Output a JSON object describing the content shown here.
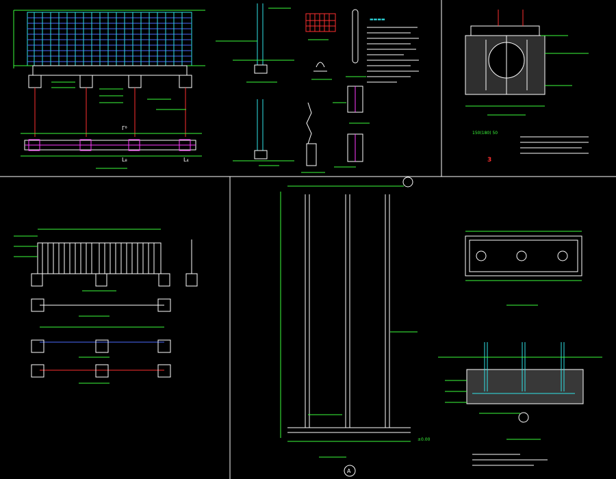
{
  "colors": {
    "background": "#000000",
    "frame": "#ffffff",
    "line_cyan": "#2fe3e8",
    "line_green": "#3cff3c",
    "line_red": "#ff3030",
    "line_blue": "#4b6bff",
    "line_magenta": "#ff3cff",
    "line_yellow": "#ffff3c"
  },
  "labels": {
    "sec_top_left_marks": [
      "Γ⁸",
      "L₈",
      "L₄"
    ],
    "sec_detail_num": "3",
    "sec_detail_dims": "150(180) 50",
    "circle_a": "A",
    "right_elev_mark": "±0.00"
  }
}
